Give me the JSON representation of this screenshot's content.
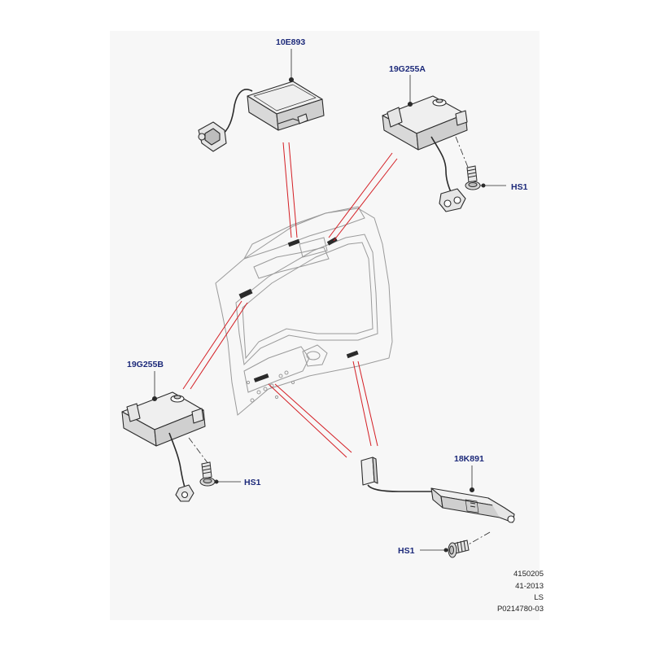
{
  "colors": {
    "background": "#f7f7f7",
    "label": "#1d2a7a",
    "lead_line": "#d41e24",
    "outline": "#2b2b2b",
    "panel": "#9a9a9a",
    "part_fill": "#e6e6e6"
  },
  "parts": {
    "module_top": {
      "number": "10E893"
    },
    "module_right": {
      "number": "19G255A"
    },
    "module_left": {
      "number": "19G255B"
    },
    "switch_bottom": {
      "number": "18K891"
    }
  },
  "fasteners": {
    "screw_right": "HS1",
    "screw_left": "HS1",
    "screw_bottom": "HS1"
  },
  "reference": {
    "line1": "4150205",
    "line2": "41-2013",
    "line3": "LS",
    "line4": "P0214780-03"
  }
}
